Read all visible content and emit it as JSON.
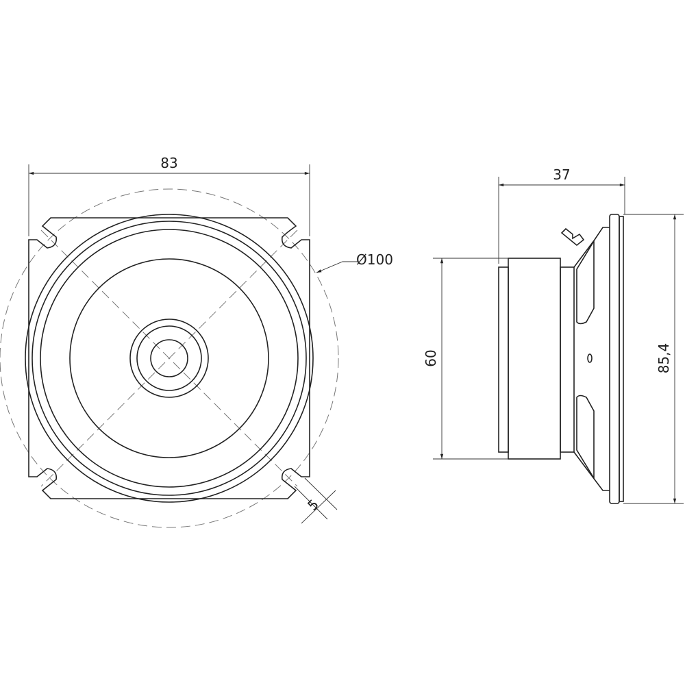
{
  "front_view": {
    "width_dim": "83",
    "outer_diameter_dim": "Ø100",
    "slot_dim": "5"
  },
  "side_view": {
    "depth_dim": "37",
    "magnet_dim": "60",
    "height_dim": "85,4"
  }
}
